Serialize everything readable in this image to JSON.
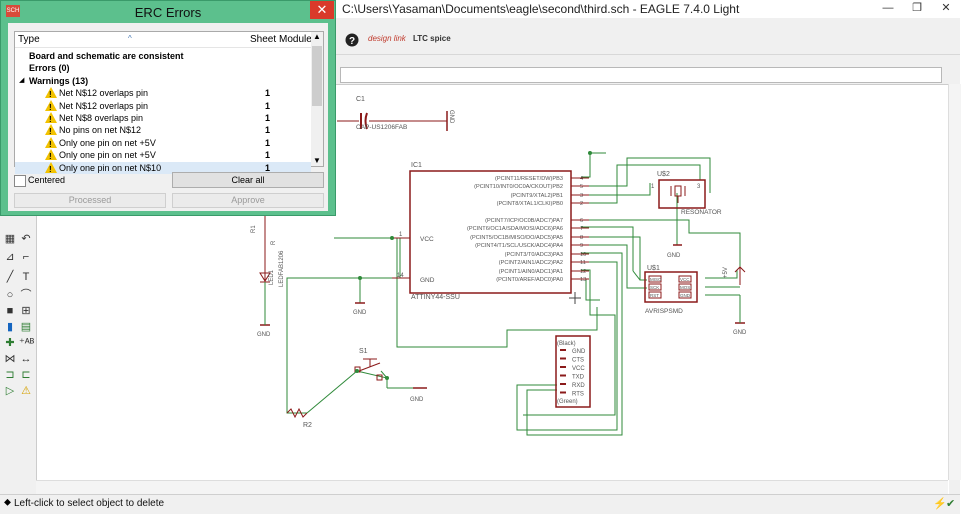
{
  "window": {
    "title": "C:\\Users\\Yasaman\\Documents\\eagle\\second\\third.sch - EAGLE 7.4.0 Light",
    "minimize": "—",
    "maximize": "❐",
    "close": "✕"
  },
  "toolbar": {
    "help_icon": "help-icon",
    "designlink": "design link",
    "ltc": "LTC spice"
  },
  "status": {
    "text": "Left-click to select object to delete"
  },
  "erc": {
    "title": "ERC Errors",
    "app_icon": "SCH",
    "close": "✕",
    "columns": {
      "type": "Type",
      "sheet": "Sheet",
      "module": "Module"
    },
    "rows": [
      {
        "label": "Board and schematic are consistent",
        "count": ""
      },
      {
        "label": "Errors (0)",
        "count": ""
      },
      {
        "label": "Warnings (13)",
        "count": ""
      },
      {
        "label": "Net N$12 overlaps pin",
        "count": "1"
      },
      {
        "label": "Net N$12 overlaps pin",
        "count": "1"
      },
      {
        "label": "Net N$8 overlaps pin",
        "count": "1"
      },
      {
        "label": "No pins on net N$12",
        "count": "1"
      },
      {
        "label": "Only one pin on net +5V",
        "count": "1"
      },
      {
        "label": "Only one pin on net +5V",
        "count": "1"
      },
      {
        "label": "Only one pin on net N$10",
        "count": "1"
      }
    ],
    "centered_label": "Centered",
    "clear_all": "Clear all",
    "processed": "Processed",
    "approve": "Approve"
  },
  "schematic": {
    "c1": {
      "name": "C1",
      "value": "CAP-US1206FAB"
    },
    "gnd": "GND",
    "ic1": {
      "name": "IC1",
      "value": "ATTINY44-SSU",
      "vcc": "VCC",
      "gnd": "GND",
      "pin_vcc": "1",
      "pin_gnd": "14",
      "pins": [
        {
          "label": "(PCINT11/RESET/DW)PB3",
          "num": "4"
        },
        {
          "label": "(PCINT10/INT0/OC0A/CKOUT)PB2",
          "num": "5"
        },
        {
          "label": "(PCINT9/XTAL2)PB1",
          "num": "3"
        },
        {
          "label": "(PCINT8/XTAL1/CLKI)PB0",
          "num": "2"
        },
        {
          "label": "(PCINT7/ICP/OC0B/ADC7)PA7",
          "num": "6"
        },
        {
          "label": "(PCINT6/OC1A/SDA/MOSI/ADC6)PA6",
          "num": "7"
        },
        {
          "label": "(PCINT5/OC1B/MISO/DO/ADC5)PA5",
          "num": "8"
        },
        {
          "label": "(PCINT4/T1/SCL/USCK/ADC4)PA4",
          "num": "9"
        },
        {
          "label": "(PCINT3/T0/ADC3)PA3",
          "num": "10"
        },
        {
          "label": "(PCINT2/AIN1/ADC2)PA2",
          "num": "11"
        },
        {
          "label": "(PCINT1/AIN0/ADC1)PA1",
          "num": "12"
        },
        {
          "label": "(PCINT0/AREF/ADC0)PA0",
          "num": "13"
        }
      ]
    },
    "u2": {
      "name": "U$2",
      "value": "RESONATOR",
      "pin1": "1",
      "pin3": "3"
    },
    "u1": {
      "name": "U$1",
      "value": "AVRISPSMD",
      "left_pins": [
        "MISO",
        "SCK",
        "RST"
      ],
      "right_pins": [
        "VCC",
        "MOSI",
        "GND"
      ]
    },
    "plus5v": "+5V",
    "ftdi": {
      "top": "(Black)",
      "bottom": "(Green)",
      "pins": [
        "GND",
        "CTS",
        "VCC",
        "TXD",
        "RXD",
        "RTS"
      ]
    },
    "s1": {
      "name": "S1"
    },
    "r1": {
      "name": "R1",
      "value": "R"
    },
    "r2": {
      "name": "R2"
    },
    "led": {
      "name": "LED1",
      "value": "LEDFAB1206"
    }
  }
}
